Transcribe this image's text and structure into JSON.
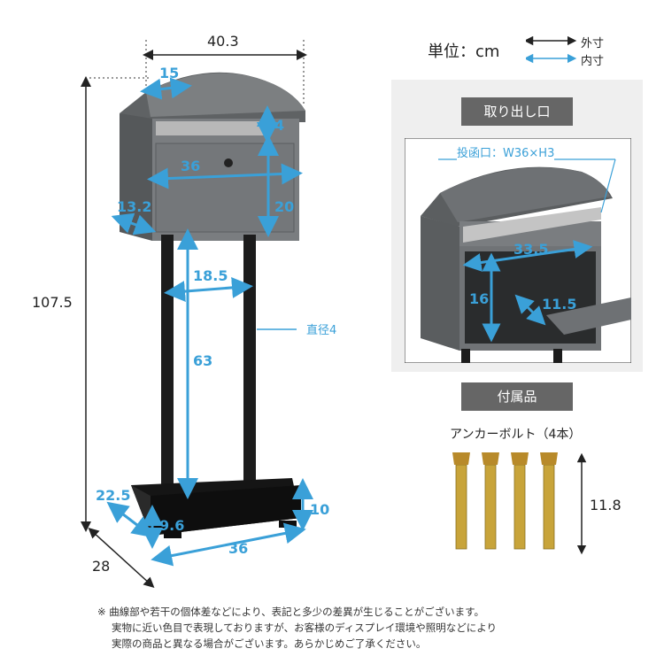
{
  "unit": {
    "label": "単位：cm",
    "outer": "外寸",
    "inner": "内寸"
  },
  "dimensions": {
    "width_top": "40.3",
    "lid_depth": "15",
    "slot_h": "4",
    "door_w": "36",
    "door_h": "20",
    "side_depth": "13.2",
    "pole_gap": "18.5",
    "pole_diameter": "直径4",
    "pole_h": "63",
    "total_h": "107.5",
    "base_depth_top": "22.5",
    "base_side": "9.6",
    "base_h": "10",
    "base_w": "36",
    "base_depth": "28"
  },
  "takeout": {
    "title": "取り出し口",
    "slot_label": "投函口：W36×H3",
    "inner_w": "33.5",
    "inner_h": "16",
    "inner_d": "11.5"
  },
  "accessory": {
    "title": "付属品",
    "name": "アンカーボルト（4本）",
    "length": "11.8"
  },
  "notes": [
    "※ 曲線部や若干の個体差などにより、表記と多少の差異が生じることがございます。",
    "実物に近い色目で表現しておりますが、お客様のディスプレイ環境や照明などにより",
    "実際の商品と異なる場合がございます。あらかじめご了承ください。"
  ],
  "colors": {
    "accent": "#3aa0d8",
    "body": "#6f7274",
    "pole": "#1c1c1c",
    "tag": "#666666",
    "panel": "#efefef"
  }
}
